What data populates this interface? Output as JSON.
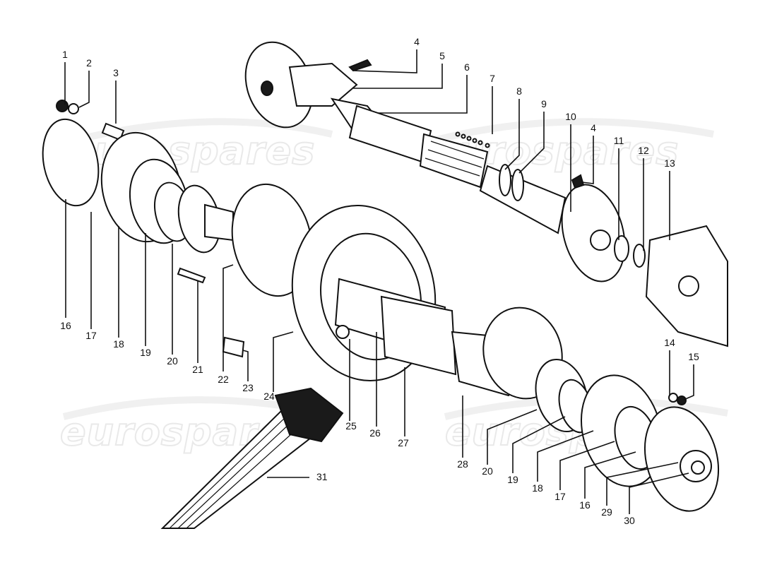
{
  "diagram": {
    "title": "Differential and propeller shaft exploded view",
    "watermark": "eurospares",
    "parts": [
      {
        "id": "1",
        "label": "1"
      },
      {
        "id": "2",
        "label": "2"
      },
      {
        "id": "3",
        "label": "3"
      },
      {
        "id": "4a",
        "label": "4"
      },
      {
        "id": "5",
        "label": "5"
      },
      {
        "id": "6",
        "label": "6"
      },
      {
        "id": "7",
        "label": "7"
      },
      {
        "id": "8",
        "label": "8"
      },
      {
        "id": "9",
        "label": "9"
      },
      {
        "id": "10",
        "label": "10"
      },
      {
        "id": "4b",
        "label": "4"
      },
      {
        "id": "11",
        "label": "11"
      },
      {
        "id": "12",
        "label": "12"
      },
      {
        "id": "13",
        "label": "13"
      },
      {
        "id": "16a",
        "label": "16"
      },
      {
        "id": "17a",
        "label": "17"
      },
      {
        "id": "18a",
        "label": "18"
      },
      {
        "id": "19a",
        "label": "19"
      },
      {
        "id": "20a",
        "label": "20"
      },
      {
        "id": "21",
        "label": "21"
      },
      {
        "id": "22",
        "label": "22"
      },
      {
        "id": "23",
        "label": "23"
      },
      {
        "id": "24",
        "label": "24"
      },
      {
        "id": "25",
        "label": "25"
      },
      {
        "id": "26",
        "label": "26"
      },
      {
        "id": "27",
        "label": "27"
      },
      {
        "id": "28",
        "label": "28"
      },
      {
        "id": "20b",
        "label": "20"
      },
      {
        "id": "19b",
        "label": "19"
      },
      {
        "id": "18b",
        "label": "18"
      },
      {
        "id": "17b",
        "label": "17"
      },
      {
        "id": "16b",
        "label": "16"
      },
      {
        "id": "29",
        "label": "29"
      },
      {
        "id": "30",
        "label": "30"
      },
      {
        "id": "14",
        "label": "14"
      },
      {
        "id": "15",
        "label": "15"
      },
      {
        "id": "31",
        "label": "31"
      }
    ]
  }
}
